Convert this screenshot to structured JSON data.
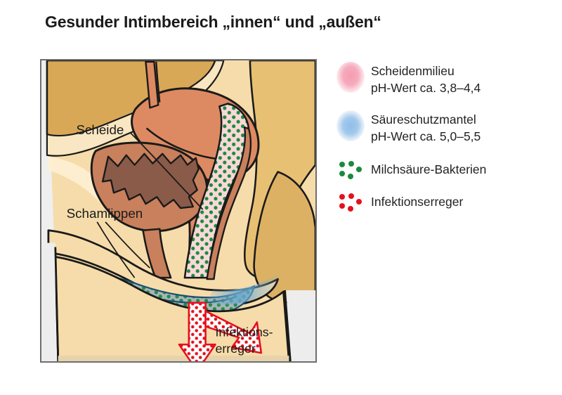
{
  "page": {
    "title": "Gesunder Intimbereich „innen“ und  „außen“"
  },
  "figure": {
    "labels": {
      "vagina": "Scheide",
      "labia": "Schamlippen",
      "pathogens_line1": "Infektions-",
      "pathogens_line2": "erreger"
    },
    "colors": {
      "pelvis_bone": "#d9a857",
      "skin_light": "#f6dcaa",
      "uterus": "#dd8a62",
      "bladder": "#c9805c",
      "bladder_lining": "#8a5b49",
      "vaginal_canal": "#f9d8d8",
      "lactobacilli_dot": "#1a8a3d",
      "pathogen_dot": "#e5101d",
      "labia_zone": "#a8b2b8",
      "acid_mantle": "#7fb3d5",
      "outline": "#1a1a1a",
      "frame_border": "#6e6e6e"
    }
  },
  "legend": {
    "items": [
      {
        "marker": "pink-gradient-blob",
        "line1": "Scheidenmilieu",
        "line2": "pH-Wert ca. 3,8–4,4"
      },
      {
        "marker": "blue-gradient-blob",
        "line1": "Säureschutzmantel",
        "line2": "pH-Wert ca. 5,0–5,5"
      },
      {
        "marker": "green-dot-cluster",
        "line1": "Milchsäure-Bakterien",
        "line2": ""
      },
      {
        "marker": "red-dot-cluster",
        "line1": "Infektionserreger",
        "line2": ""
      }
    ]
  }
}
